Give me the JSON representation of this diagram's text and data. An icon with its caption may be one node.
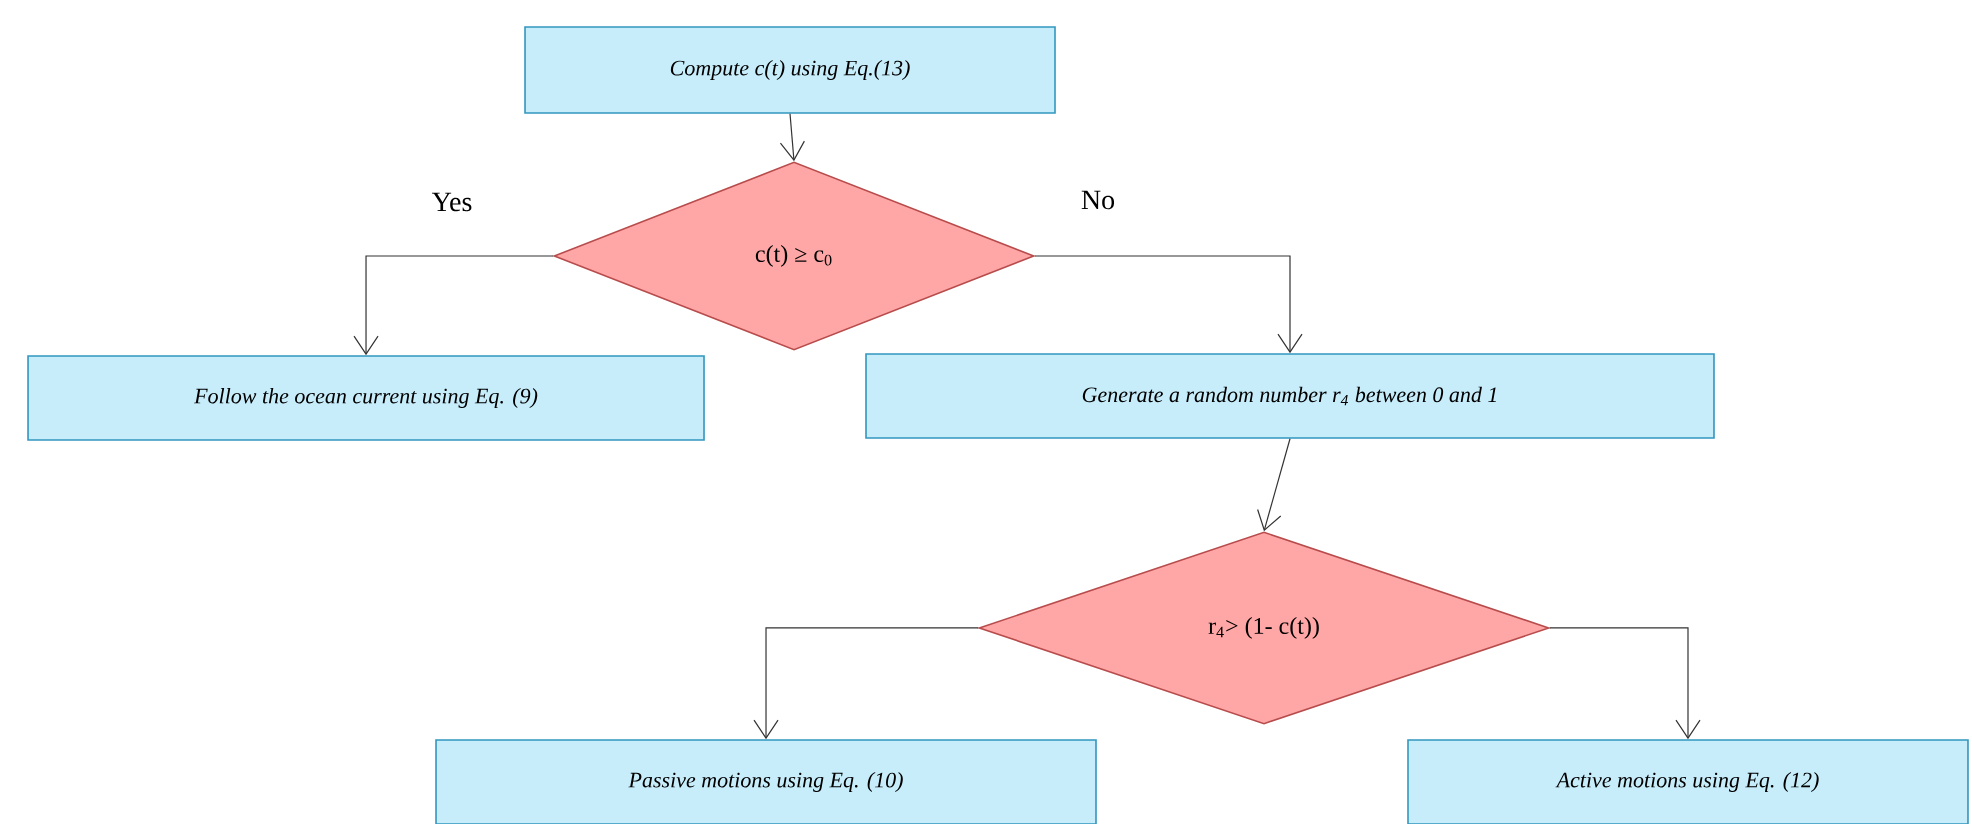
{
  "diagram": {
    "nodes": [
      {
        "text": [
          "Compute c(t) using Eq.(13)"
        ]
      },
      {
        "text": [
          "c(t) ≥ c$_{0}$"
        ]
      },
      {
        "text": [
          "Follow the ocean current using Eq. (9)"
        ]
      },
      {
        "text": [
          "Generate a random number r$_{4}$ between 0 and 1"
        ]
      },
      {
        "text": [
          "r$_{4}$> (1- c(t))"
        ]
      },
      {
        "text": [
          "Passive motions using Eq. (10)"
        ]
      },
      {
        "text": [
          "Active motions using Eq. (12)"
        ]
      }
    ],
    "edges": [
      {
        "from": 0,
        "to": 1,
        "arrow": "to"
      },
      {
        "from": 1,
        "to": 2,
        "arrow": "to",
        "label": "Yes"
      },
      {
        "from": 1,
        "to": 3,
        "arrow": "to",
        "label": "No"
      },
      {
        "from": 3,
        "to": 4,
        "arrow": "to"
      },
      {
        "from": 4,
        "to": 5,
        "arrow": "to"
      },
      {
        "from": 4,
        "to": 6,
        "arrow": "to"
      }
    ]
  }
}
